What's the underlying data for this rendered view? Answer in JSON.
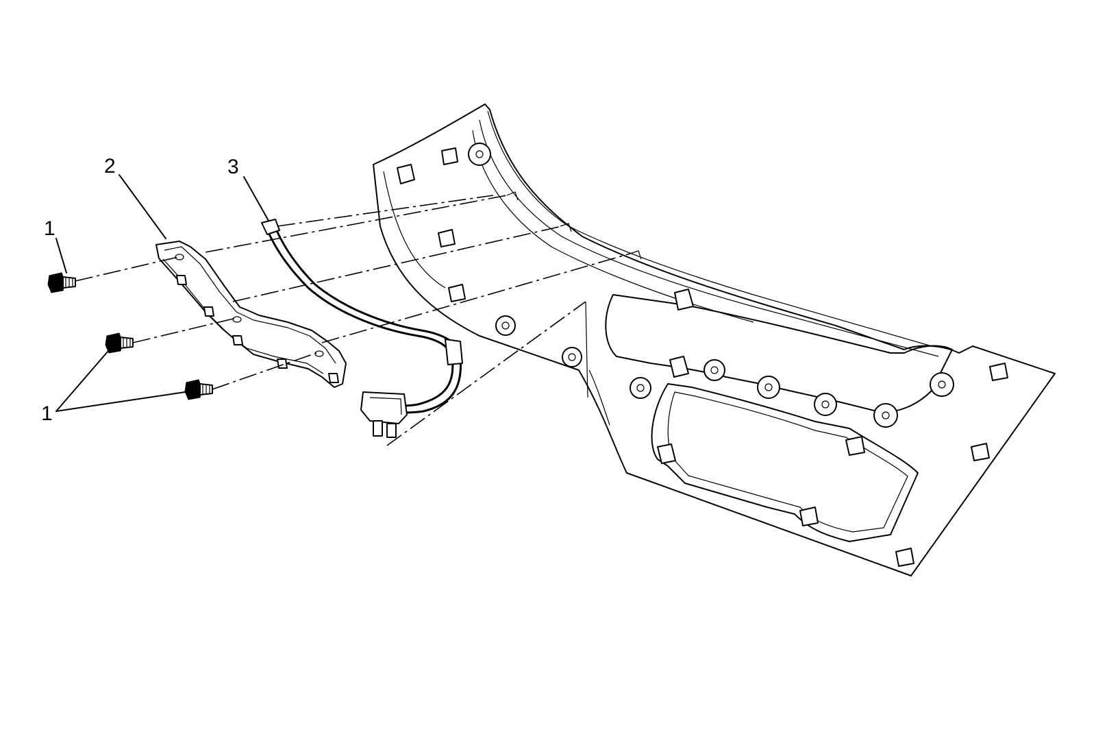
{
  "callouts": {
    "fastener_top": "1",
    "bracket": "2",
    "harness": "3",
    "fasteners_bottom": "1"
  }
}
